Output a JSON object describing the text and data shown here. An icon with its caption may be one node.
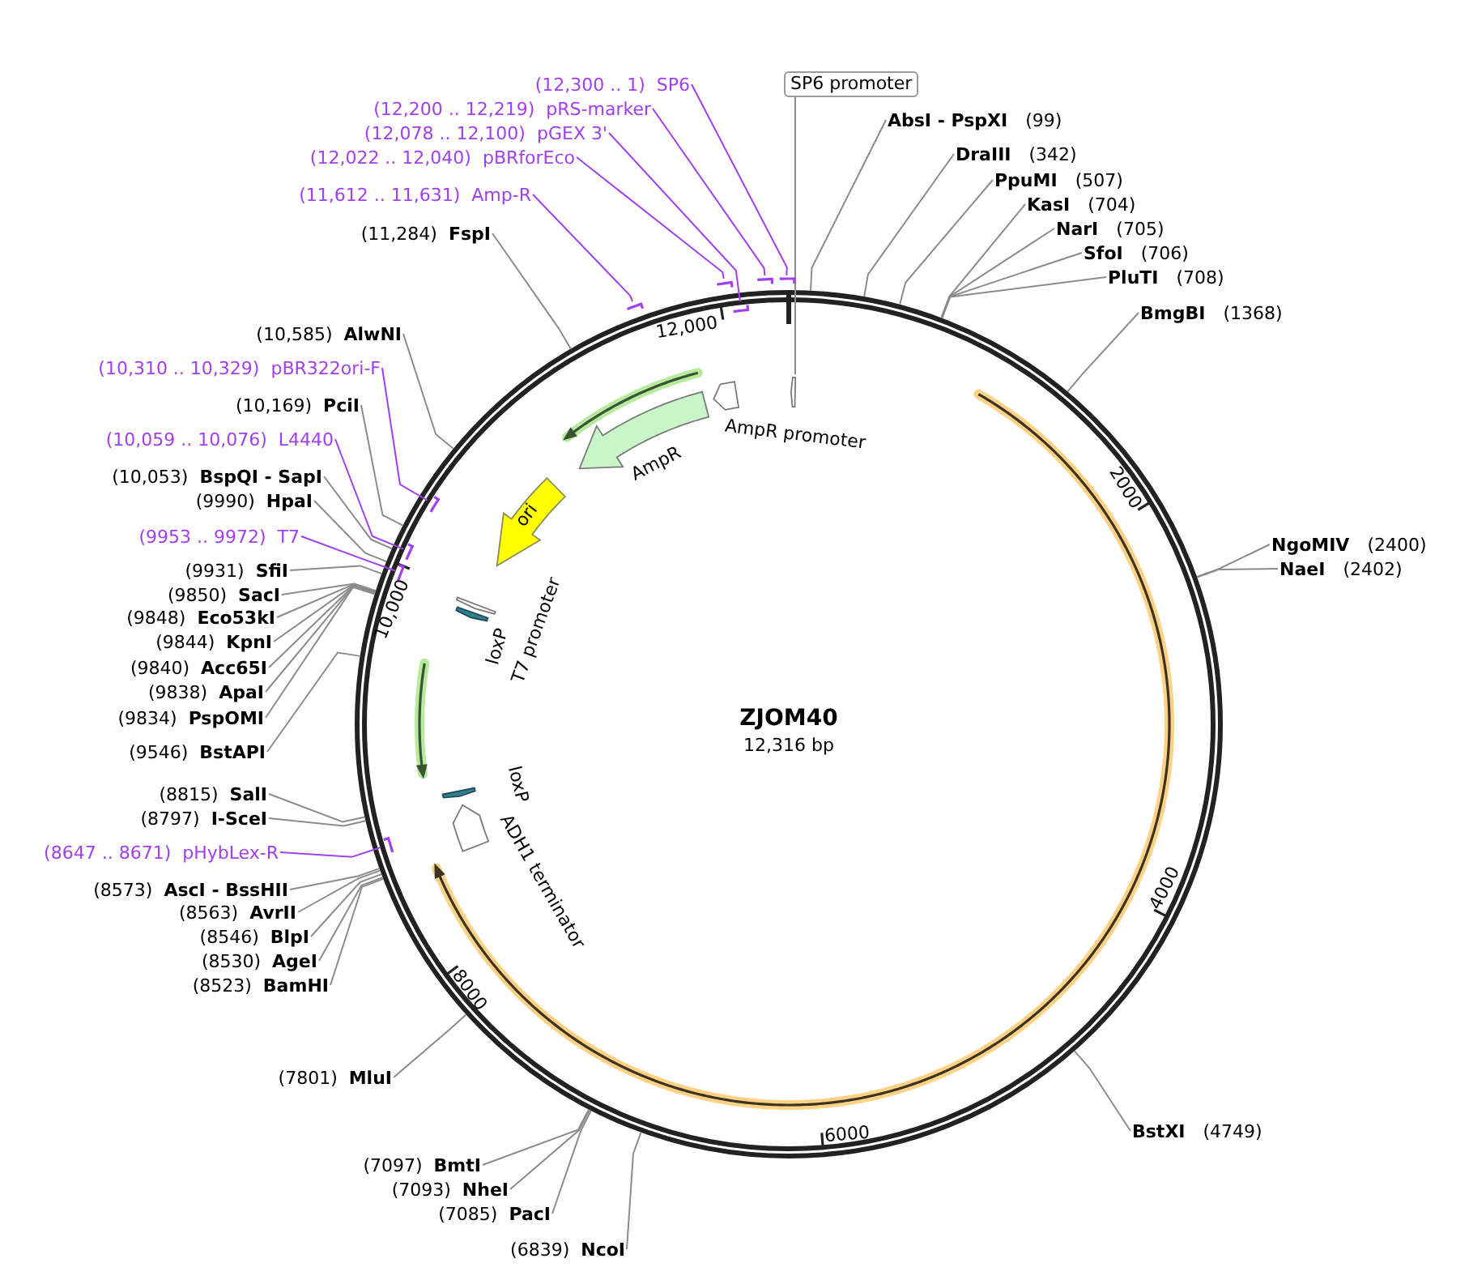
{
  "diagram": {
    "nodes": [
      {
        "text": [
          "ZJOM40",
          "12,316 bp"
        ]
      },
      {
        "text": [],
        "shape": "arrow",
        "in": 0
      },
      {
        "text": [],
        "shape": "arrow",
        "in": 0,
        "beside": [
          "AmpR promoter"
        ]
      },
      {
        "text": [],
        "shape": "arrow",
        "in": 0,
        "beside": [
          "AmpR"
        ]
      },
      {
        "text": [
          "ori"
        ],
        "in": 0
      },
      {
        "text": [],
        "shape": "arrow",
        "in": 0,
        "beside": [
          "T7 promoter"
        ]
      },
      {
        "text": [],
        "shape": "arrow",
        "in": 0,
        "beside": [
          "loxP"
        ]
      },
      {
        "text": [],
        "shape": "arrow",
        "in": 0,
        "beside": [
          "loxP"
        ]
      },
      {
        "text": [],
        "shape": "arrow",
        "in": 0,
        "beside": [
          "ADH1 terminator"
        ]
      },
      {
        "text": [
          "SP6 promoter"
        ]
      },
      {
        "text": [
          "(12,300 .. 1)",
          "SP6"
        ]
      },
      {
        "text": [],
        "shape": "bar"
      },
      {
        "text": [
          "(12,200 .. 12,219)",
          "pRS-marker"
        ]
      },
      {
        "text": [],
        "shape": "bar"
      },
      {
        "text": [
          "(12,078 .. 12,100)",
          "pGEX 3'"
        ]
      },
      {
        "text": [],
        "shape": "bar",
        "in": 0
      },
      {
        "text": [
          "(12,022 .. 12,040)",
          "pBRforEco"
        ]
      },
      {
        "text": [],
        "shape": "bar"
      },
      {
        "text": [
          "(11,612 .. 11,631)",
          "Amp-R"
        ]
      },
      {
        "text": [],
        "shape": "bar"
      },
      {
        "text": [
          "(11,284)",
          "FspI"
        ]
      },
      {
        "text": [
          "(10,585)",
          "AlwNI"
        ]
      },
      {
        "text": [
          "(10,310 .. 10,329)",
          "pBR322ori-F"
        ]
      },
      {
        "text": [],
        "shape": "bar",
        "in": 0
      },
      {
        "text": [
          "(10,169)",
          "PciI"
        ]
      },
      {
        "text": [
          "(10,059 .. 10,076)",
          "L4440"
        ]
      },
      {
        "text": [],
        "shape": "bar",
        "in": 0
      },
      {
        "text": [
          "(10,053)",
          "BspQI - SapI"
        ]
      },
      {
        "text": [
          "(9990)",
          "HpaI"
        ]
      },
      {
        "text": [
          "(9953 .. 9972)",
          "T7"
        ]
      },
      {
        "text": [],
        "shape": "bar",
        "in": 0
      },
      {
        "text": [
          "(9931)",
          "SfiI"
        ]
      },
      {
        "text": [
          "(9850)",
          "SacI"
        ]
      },
      {
        "text": [
          "(9848)",
          "Eco53kI"
        ]
      },
      {
        "text": [
          "(9844)",
          "KpnI"
        ]
      },
      {
        "text": [
          "(9840)",
          "Acc65I"
        ]
      },
      {
        "text": [
          "(9838)",
          "ApaI"
        ]
      },
      {
        "text": [
          "(9834)",
          "PspOMI"
        ]
      },
      {
        "text": [
          "(9546)",
          "BstAPI"
        ]
      },
      {
        "text": [
          "(8815)",
          "SalI"
        ]
      },
      {
        "text": [
          "(8797)",
          "I-SceI"
        ]
      },
      {
        "text": [
          "(8647 .. 8671)",
          "pHybLex-R"
        ]
      },
      {
        "text": [],
        "shape": "bar",
        "in": 0
      },
      {
        "text": [
          "(8573)",
          "AscI - BssHII"
        ]
      },
      {
        "text": [
          "(8563)",
          "AvrII"
        ]
      },
      {
        "text": [
          "(8546)",
          "BlpI"
        ]
      },
      {
        "text": [
          "(8530)",
          "AgeI"
        ]
      },
      {
        "text": [
          "(8523)",
          "BamHI"
        ]
      },
      {
        "text": [
          "(7801)",
          "MluI"
        ]
      },
      {
        "text": [
          "(7097)",
          "BmtI"
        ]
      },
      {
        "text": [
          "(7093)",
          "NheI"
        ]
      },
      {
        "text": [
          "(7085)",
          "PacI"
        ]
      },
      {
        "text": [
          "(6839)",
          "NcoI"
        ]
      },
      {
        "text": [
          "AbsI - PspXI",
          "(99)"
        ]
      },
      {
        "text": [
          "DraIII",
          "(342)"
        ]
      },
      {
        "text": [
          "PpuMI",
          "(507)"
        ]
      },
      {
        "text": [
          "KasI",
          "(704)"
        ]
      },
      {
        "text": [
          "NarI",
          "(705)"
        ]
      },
      {
        "text": [
          "SfoI",
          "(706)"
        ]
      },
      {
        "text": [
          "PluTI",
          "(708)"
        ]
      },
      {
        "text": [
          "BmgBI",
          "(1368)"
        ]
      },
      {
        "text": [
          "NgoMIV",
          "(2400)"
        ]
      },
      {
        "text": [
          "NaeI",
          "(2402)"
        ]
      },
      {
        "text": [
          "BstXI",
          "(4749)"
        ]
      }
    ],
    "edges": [
      {
        "from": 9,
        "to": 1,
        "arrow": "none"
      },
      {
        "from": 10,
        "to": 11,
        "arrow": "none",
        "color": "#a040f0"
      },
      {
        "from": 12,
        "to": 13,
        "arrow": "none",
        "color": "#a040f0"
      },
      {
        "from": 14,
        "to": 15,
        "arrow": "none",
        "color": "#a040f0"
      },
      {
        "from": 16,
        "to": 17,
        "arrow": "none",
        "color": "#a040f0"
      },
      {
        "from": 18,
        "to": 19,
        "arrow": "none",
        "color": "#a040f0"
      },
      {
        "from": 20,
        "to": 0,
        "arrow": "none"
      },
      {
        "from": 21,
        "to": 0,
        "arrow": "none"
      },
      {
        "from": 22,
        "to": 23,
        "arrow": "none",
        "color": "#a040f0"
      },
      {
        "from": 24,
        "to": 0,
        "arrow": "none"
      },
      {
        "from": 25,
        "to": 26,
        "arrow": "none",
        "color": "#a040f0"
      },
      {
        "from": 27,
        "to": 0,
        "arrow": "none"
      },
      {
        "from": 28,
        "to": 0,
        "arrow": "none"
      },
      {
        "from": 29,
        "to": 30,
        "arrow": "none",
        "color": "#a040f0"
      },
      {
        "from": 31,
        "to": 0,
        "arrow": "none"
      },
      {
        "from": 32,
        "to": 0,
        "arrow": "none"
      },
      {
        "from": 33,
        "to": 0,
        "arrow": "none"
      },
      {
        "from": 34,
        "to": 0,
        "arrow": "none"
      },
      {
        "from": 35,
        "to": 0,
        "arrow": "none"
      },
      {
        "from": 36,
        "to": 0,
        "arrow": "none"
      },
      {
        "from": 37,
        "to": 0,
        "arrow": "none"
      },
      {
        "from": 38,
        "to": 0,
        "arrow": "none"
      },
      {
        "from": 39,
        "to": 0,
        "arrow": "none"
      },
      {
        "from": 40,
        "to": 0,
        "arrow": "none"
      },
      {
        "from": 41,
        "to": 42,
        "arrow": "none",
        "color": "#a040f0"
      },
      {
        "from": 43,
        "to": 0,
        "arrow": "none"
      },
      {
        "from": 44,
        "to": 0,
        "arrow": "none"
      },
      {
        "from": 45,
        "to": 0,
        "arrow": "none"
      },
      {
        "from": 46,
        "to": 0,
        "arrow": "none"
      },
      {
        "from": 47,
        "to": 0,
        "arrow": "none"
      },
      {
        "from": 48,
        "to": 0,
        "arrow": "none"
      },
      {
        "from": 49,
        "to": 0,
        "arrow": "none"
      },
      {
        "from": 50,
        "to": 0,
        "arrow": "none"
      },
      {
        "from": 51,
        "to": 0,
        "arrow": "none"
      },
      {
        "from": 52,
        "to": 0,
        "arrow": "none"
      },
      {
        "from": 53,
        "to": 0,
        "arrow": "none"
      },
      {
        "from": 54,
        "to": 0,
        "arrow": "none"
      },
      {
        "from": 55,
        "to": 0,
        "arrow": "none"
      },
      {
        "from": 56,
        "to": 0,
        "arrow": "none"
      },
      {
        "from": 57,
        "to": 0,
        "arrow": "none"
      },
      {
        "from": 58,
        "to": 0,
        "arrow": "none"
      },
      {
        "from": 59,
        "to": 0,
        "arrow": "none"
      },
      {
        "from": 60,
        "to": 0,
        "arrow": "none"
      },
      {
        "from": 61,
        "to": 0,
        "arrow": "none"
      },
      {
        "from": 62,
        "to": 0,
        "arrow": "none"
      },
      {
        "from": 63,
        "to": 0,
        "arrow": "none"
      }
    ],
    "labels": [
      "12,000",
      "2000",
      "10,000",
      "4000",
      "8000",
      "6000"
    ]
  }
}
